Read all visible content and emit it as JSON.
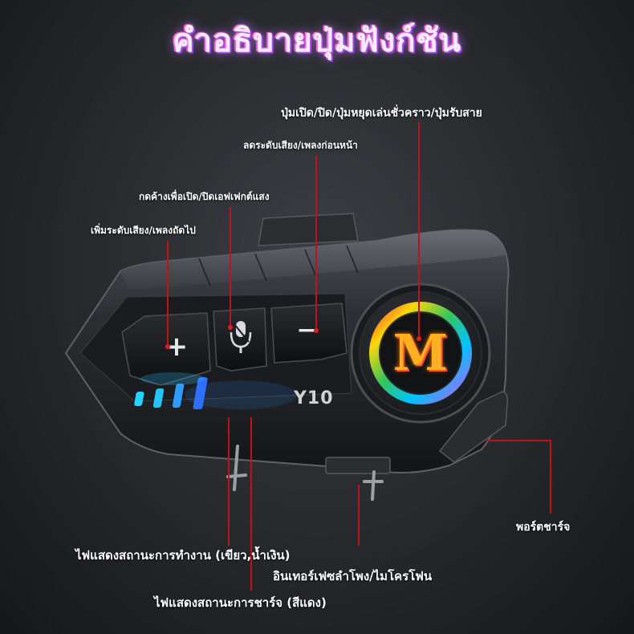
{
  "title": "คำอธิบายปุ่มฟังก์ชัน",
  "labels": {
    "power": "ปุ่มเปิด/ปิด/ปุ่มหยุดเล่นชั่วคราว/ปุ่มรับสาย",
    "vol_down": "ลดระดับเสียง/เพลงก่อนหน้า",
    "light_effect": "กดค้างเพื่อเปิด/ปิดเอฟเฟกต์แสง",
    "vol_up": "เพิ่มระดับเสียง/เพลงถัดไป",
    "charge_port": "พอร์ตชาร์จ",
    "status_light": "ไฟแสดงสถานะการทำงาน (เขียว,น้ำเงิน)",
    "interface": "อินเทอร์เฟซลำโพง/ไมโครโฟน",
    "charge_light": "ไฟแสดงสถานะการชาร์จ (สีแดง)"
  },
  "device": {
    "brand": "Y10",
    "button_plus": "+",
    "button_minus": "−",
    "logo_letter": "M"
  },
  "colors": {
    "accent_line": "#c1121b",
    "led_cyan": "#22d3ff",
    "led_blue": "#2f6bff"
  }
}
